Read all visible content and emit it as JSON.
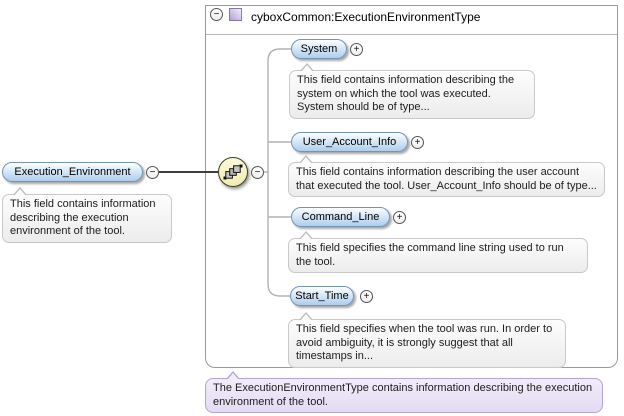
{
  "icons": {
    "collapse": "−",
    "expand": "+"
  },
  "type_box": {
    "title": "cyboxCommon:ExecutionEnvironmentType"
  },
  "root_element": {
    "label": "Execution_Environment",
    "annotation": "This field contains information describing the execution environment of the tool."
  },
  "compositor": {
    "kind": "sequence"
  },
  "children": [
    {
      "label": "System",
      "annotation": "This field contains information describing the system on which the tool was executed. System should be of type..."
    },
    {
      "label": "User_Account_Info",
      "annotation": "This field contains information describing the user account that executed the tool. User_Account_Info should be of type..."
    },
    {
      "label": "Command_Line",
      "annotation": "This field specifies the command line string used to run the tool."
    },
    {
      "label": "Start_Time",
      "annotation": "This field specifies when the tool was run. In order to avoid ambiguity, it is strongly suggest that all timestamps in..."
    }
  ],
  "type_annotation": "The ExecutionEnvironmentType contains information describing the execution environment of the tool.",
  "colors": {
    "element_fill": "#aecded",
    "element_border": "#7593b5",
    "compositor_fill": "#f2ecb0",
    "annotation_fill": "#ececec",
    "type_annotation_fill": "#e4dbf3"
  }
}
